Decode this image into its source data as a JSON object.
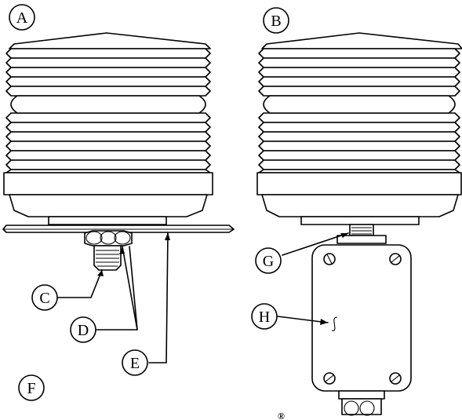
{
  "callouts": {
    "A": "A",
    "B": "B",
    "C": "C",
    "D": "D",
    "E": "E",
    "F": "F",
    "G": "G",
    "H": "H"
  },
  "registered_mark": "®"
}
